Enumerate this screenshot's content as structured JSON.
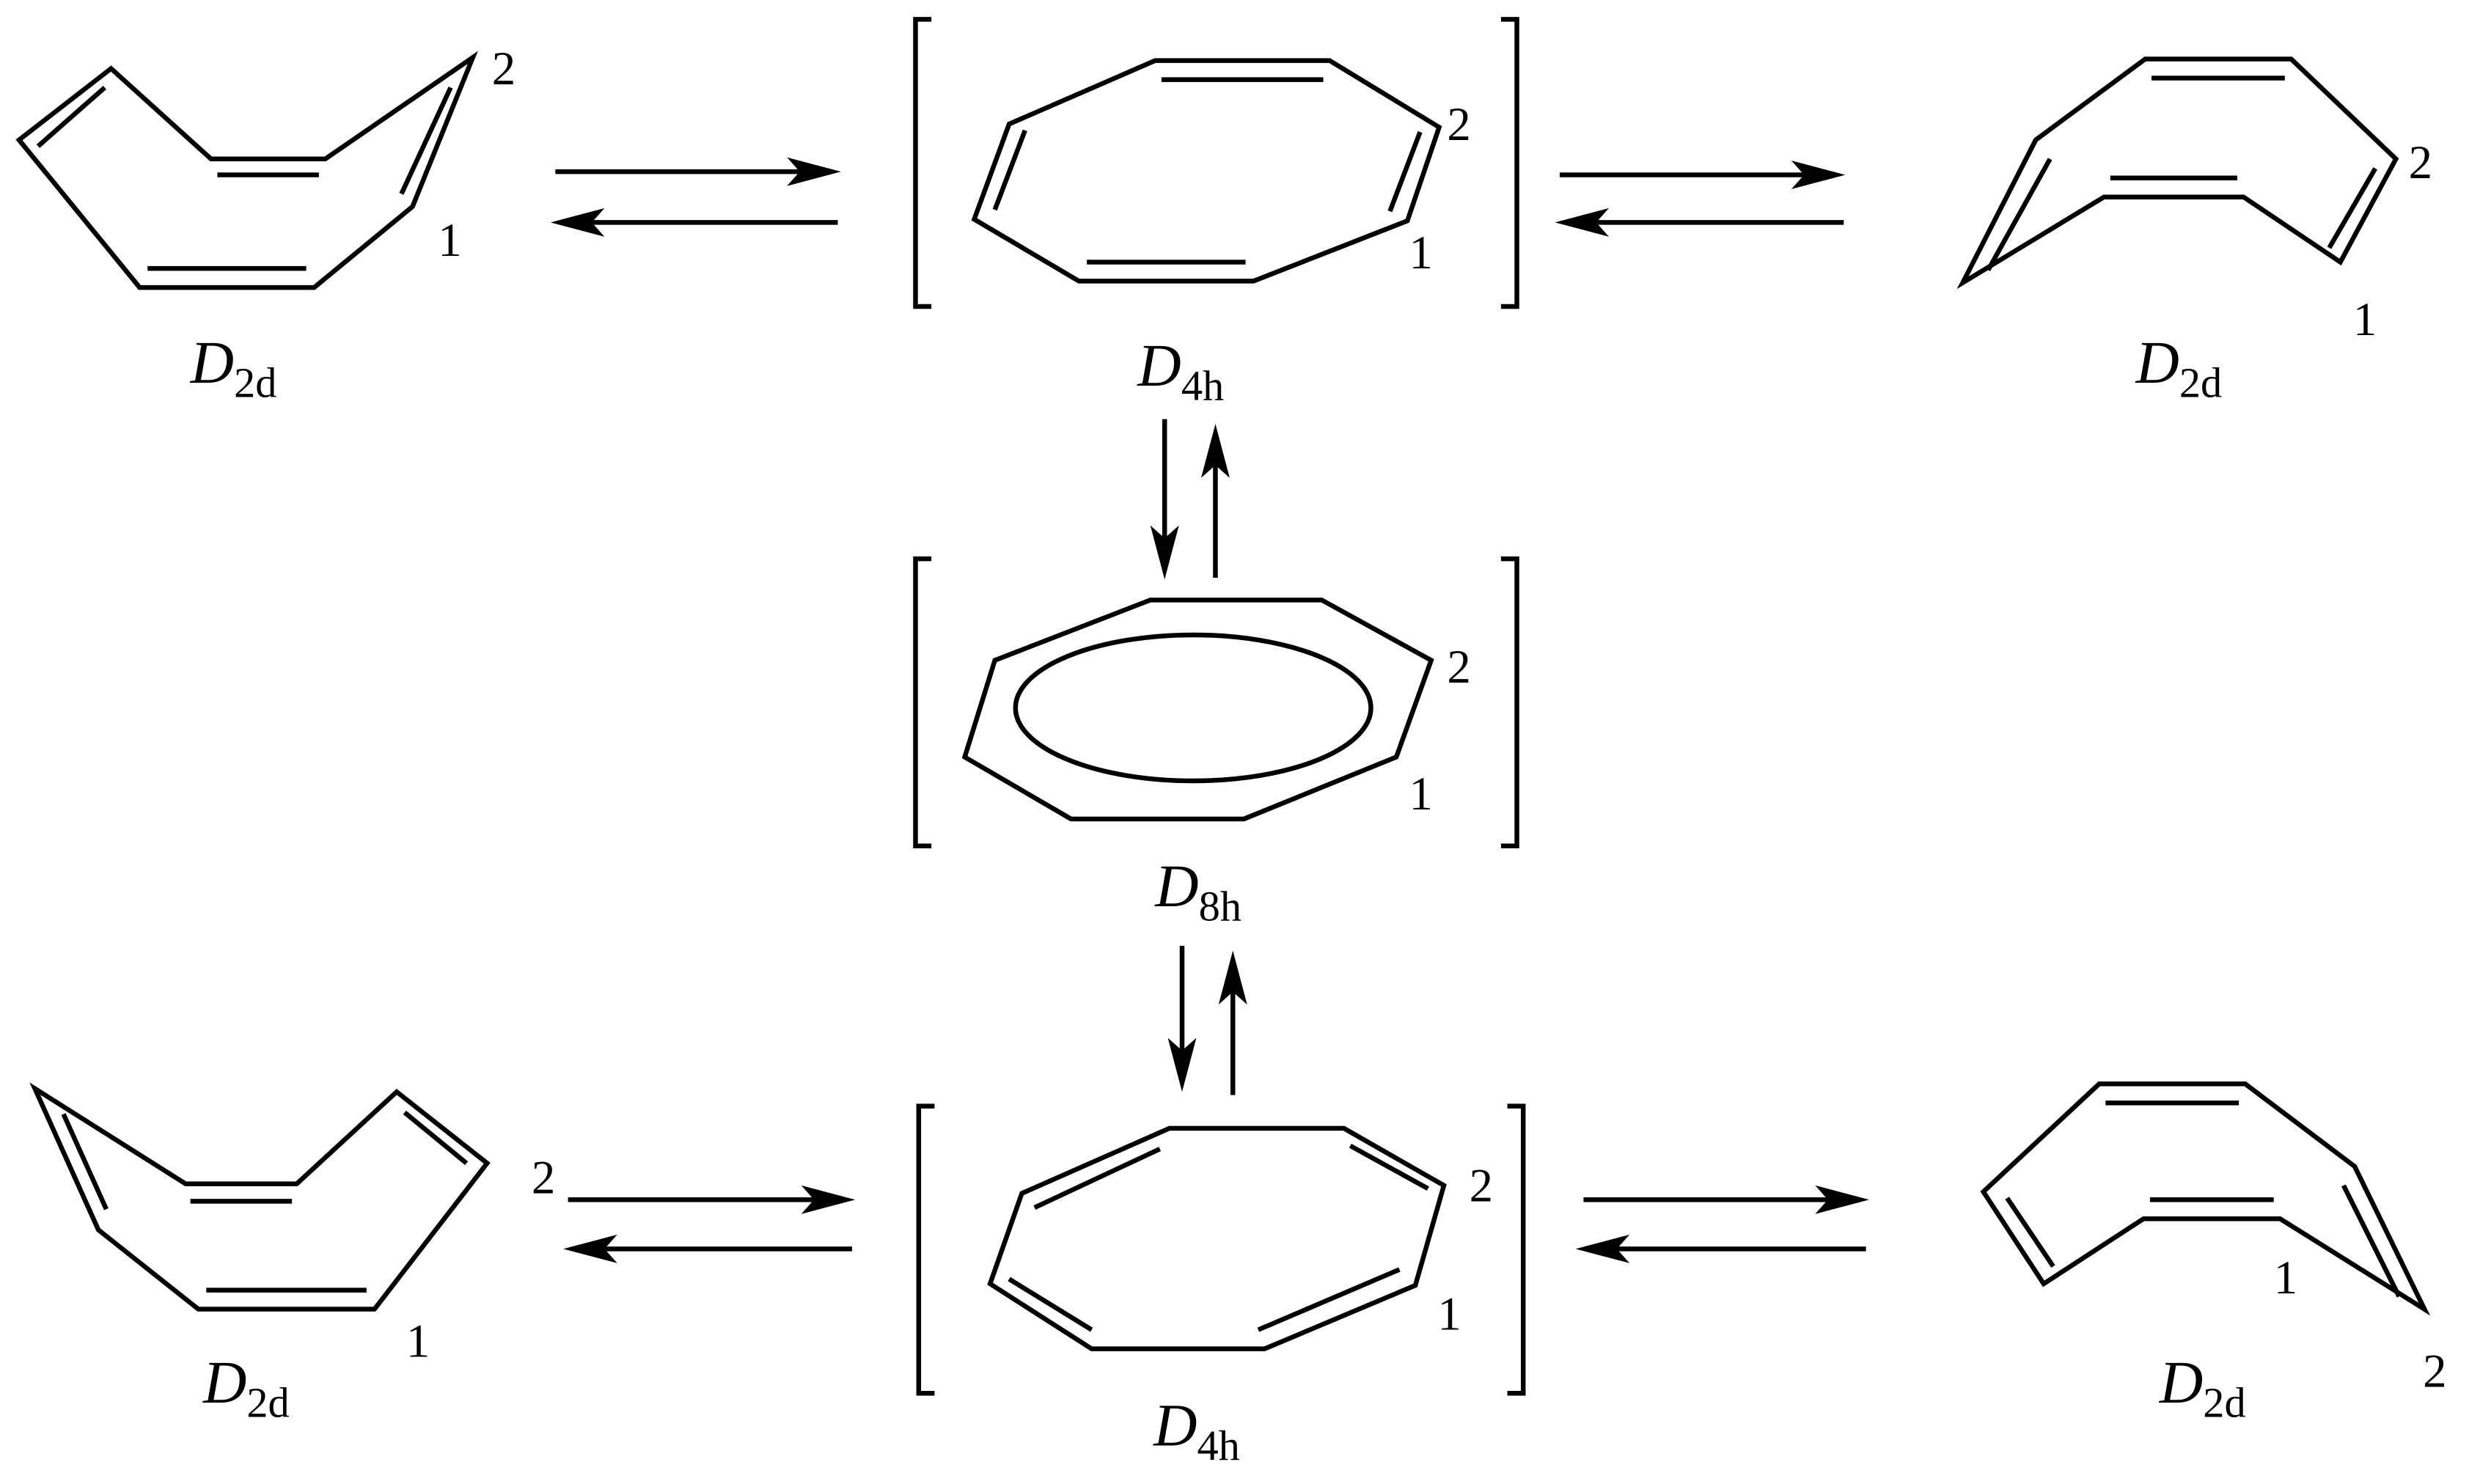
{
  "structures": [
    {
      "id": "top-left",
      "point_group": {
        "symbol": "D",
        "subscript": "2d"
      },
      "locants": [
        "2",
        "1"
      ]
    },
    {
      "id": "top-center",
      "point_group": {
        "symbol": "D",
        "subscript": "4h"
      },
      "locants": [
        "2",
        "1"
      ],
      "bracketed": true
    },
    {
      "id": "top-right",
      "point_group": {
        "symbol": "D",
        "subscript": "2d"
      },
      "locants": [
        "2",
        "1"
      ]
    },
    {
      "id": "middle",
      "point_group": {
        "symbol": "D",
        "subscript": "8h"
      },
      "locants": [
        "2",
        "1"
      ],
      "bracketed": true
    },
    {
      "id": "bottom-left",
      "point_group": {
        "symbol": "D",
        "subscript": "2d"
      },
      "locants": [
        "2",
        "1"
      ]
    },
    {
      "id": "bottom-center",
      "point_group": {
        "symbol": "D",
        "subscript": "4h"
      },
      "locants": [
        "2",
        "1"
      ],
      "bracketed": true
    },
    {
      "id": "bottom-right",
      "point_group": {
        "symbol": "D",
        "subscript": "2d"
      },
      "locants": [
        "1",
        "2"
      ]
    }
  ],
  "equilibria": [
    {
      "from": "top-left",
      "to": "top-center"
    },
    {
      "from": "top-center",
      "to": "top-right"
    },
    {
      "from": "top-center",
      "to": "middle"
    },
    {
      "from": "middle",
      "to": "bottom-center"
    },
    {
      "from": "bottom-left",
      "to": "bottom-center"
    },
    {
      "from": "bottom-center",
      "to": "bottom-right"
    }
  ]
}
